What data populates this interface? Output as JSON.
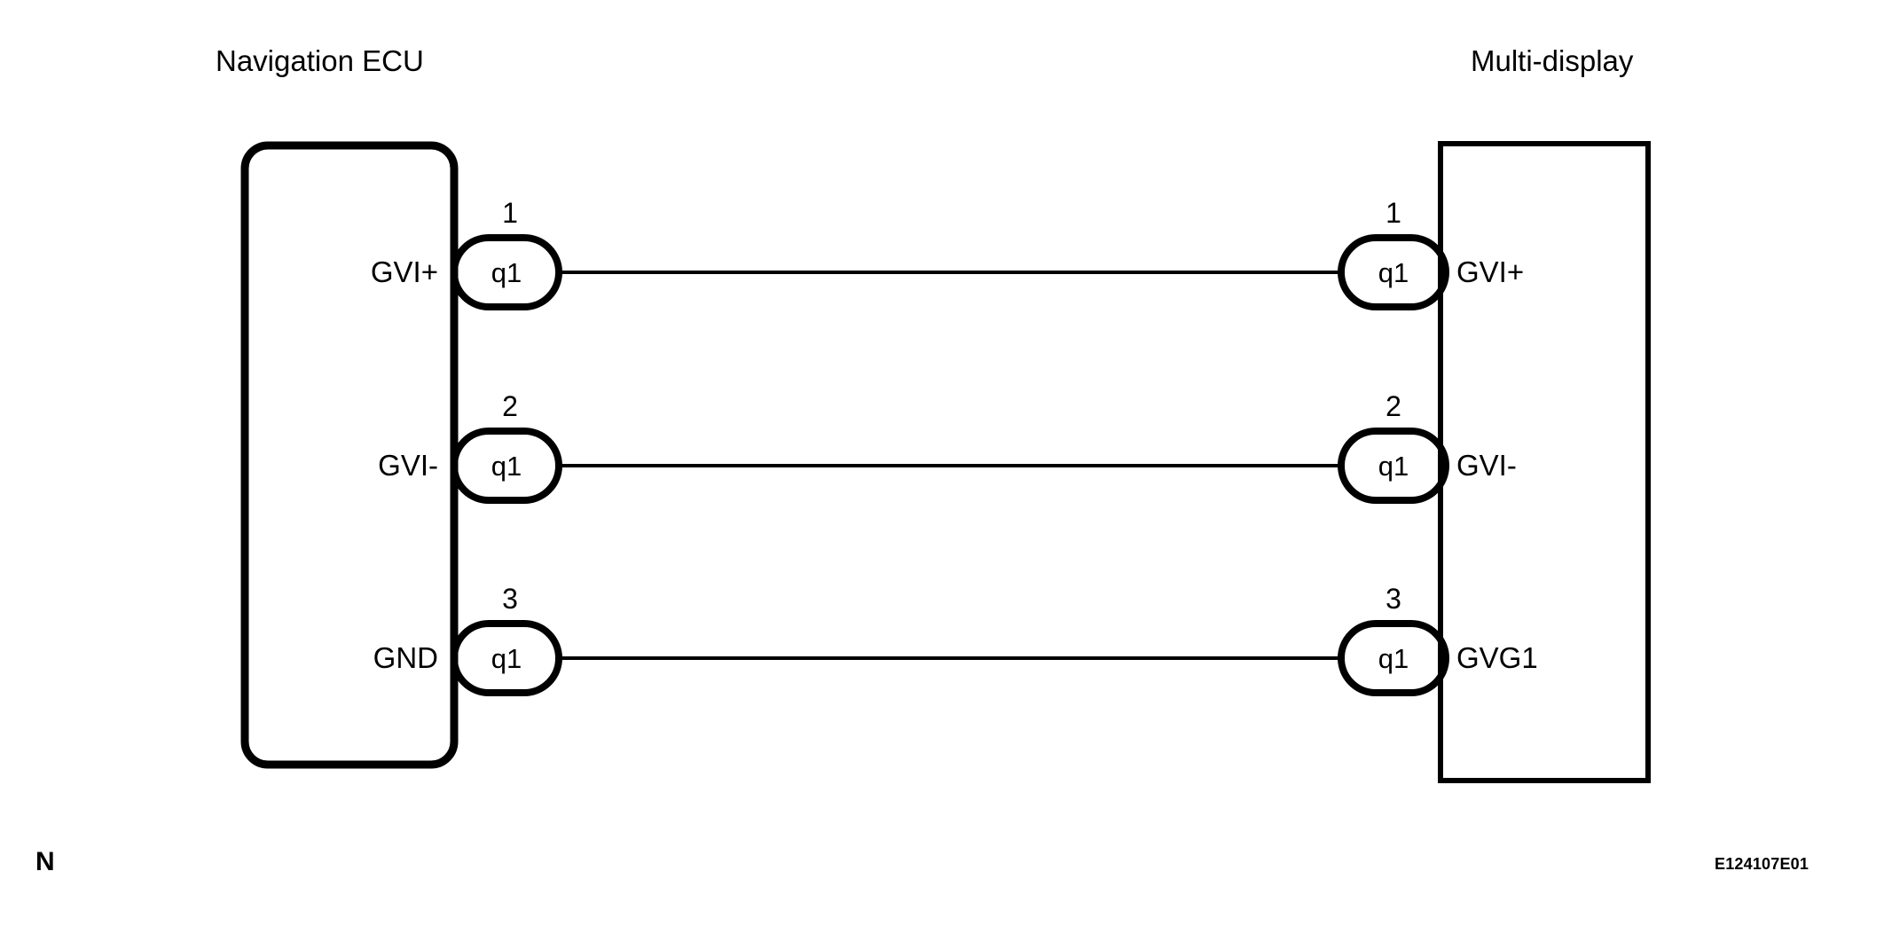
{
  "diagram": {
    "left_unit": {
      "title": "Navigation ECU",
      "shape": "rounded-rect",
      "pins": [
        {
          "number": "1",
          "signal": "GVI+",
          "terminal": "q1"
        },
        {
          "number": "2",
          "signal": "GVI-",
          "terminal": "q1"
        },
        {
          "number": "3",
          "signal": "GND",
          "terminal": "q1"
        }
      ]
    },
    "right_unit": {
      "title": "Multi-display",
      "shape": "rect",
      "pins": [
        {
          "number": "1",
          "signal": "GVI+",
          "terminal": "q1"
        },
        {
          "number": "2",
          "signal": "GVI-",
          "terminal": "q1"
        },
        {
          "number": "3",
          "signal": "GVG1",
          "terminal": "q1"
        }
      ]
    },
    "wires": [
      {
        "from": "1",
        "to": "1"
      },
      {
        "from": "2",
        "to": "2"
      },
      {
        "from": "3",
        "to": "3"
      }
    ],
    "footer_mark": "N",
    "code": "E124107E01",
    "colors": {
      "stroke": "#000000",
      "background": "#ffffff"
    }
  }
}
